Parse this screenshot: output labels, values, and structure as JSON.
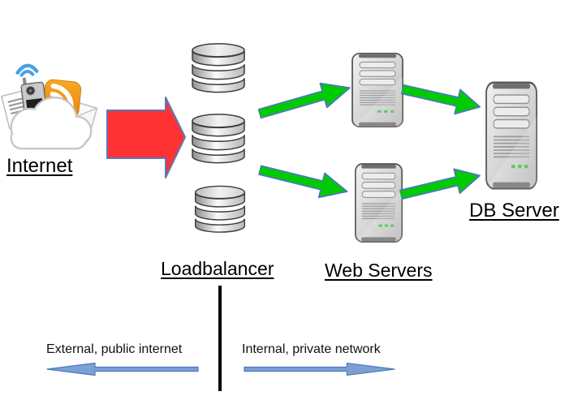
{
  "nodes": {
    "internet": {
      "label": "Internet"
    },
    "loadbalancer": {
      "label": "Loadbalancer",
      "instance_count": 3
    },
    "web_servers": {
      "label": "Web Servers",
      "instance_count": 2
    },
    "db_server": {
      "label": "DB Server",
      "instance_count": 1
    }
  },
  "flows": [
    {
      "from": "internet",
      "to": "loadbalancer",
      "style": "red-block-arrow"
    },
    {
      "from": "loadbalancer",
      "to": "web-server-1",
      "style": "green-block-arrow"
    },
    {
      "from": "loadbalancer",
      "to": "web-server-2",
      "style": "green-block-arrow"
    },
    {
      "from": "web-server-1",
      "to": "db-server",
      "style": "green-block-arrow"
    },
    {
      "from": "web-server-2",
      "to": "db-server",
      "style": "green-block-arrow"
    }
  ],
  "zones": {
    "external_label": "External, public internet",
    "internal_label": "Internal, private network"
  },
  "colors": {
    "background": "#ffffff",
    "red_arrow_fill": "#ff3233",
    "green_arrow_fill": "#00cb00",
    "arrow_outline": "#4a79bb",
    "blue_arrow_fill": "#7ca0d3",
    "divider": "#000000",
    "text": "#000000"
  },
  "icons": {
    "internet": "internet-cloud-icon",
    "loadbalancer": "database-cylinder-icon",
    "web_server": "server-tower-icon",
    "db_server": "server-tower-icon"
  }
}
